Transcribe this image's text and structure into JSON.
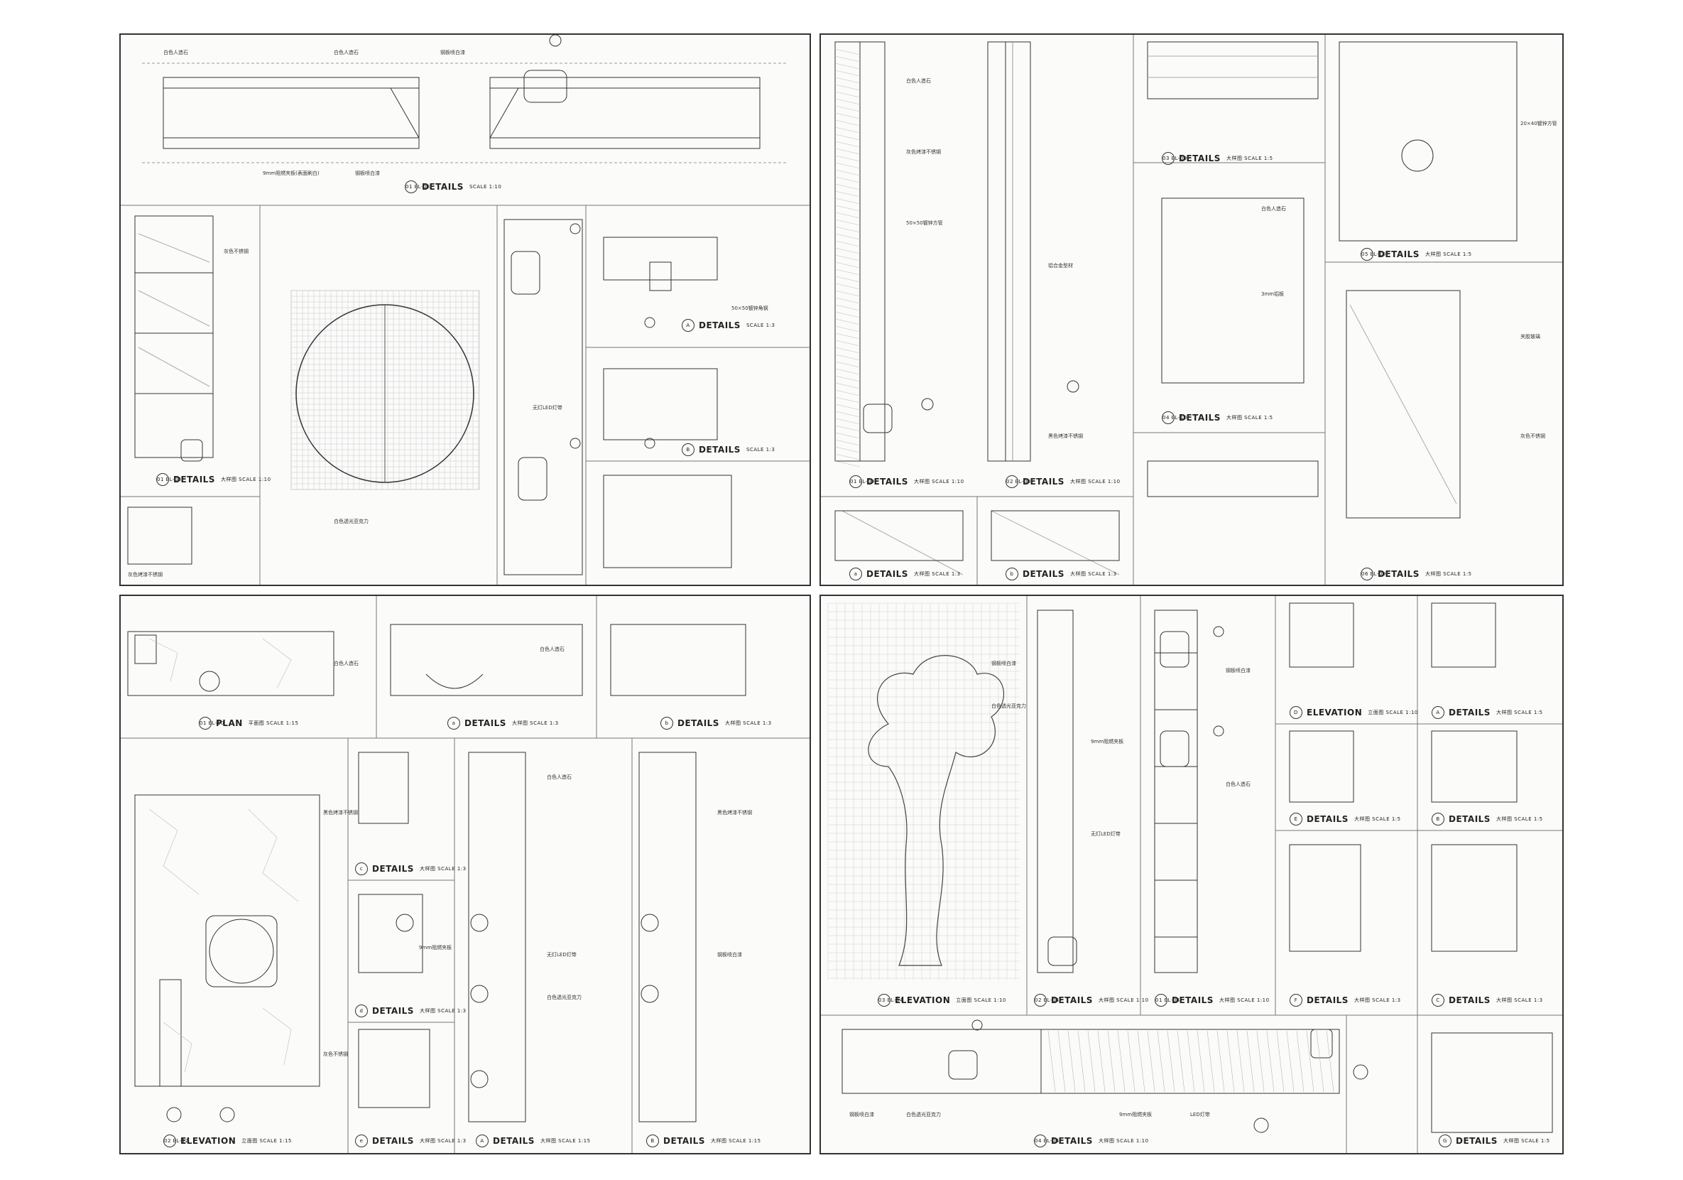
{
  "sheets": {
    "tl": {
      "titles": [
        {
          "bubble": "01 EL-03",
          "main": "DETAILS",
          "sub": "SCALE 1:10"
        },
        {
          "bubble": "01 EL-03",
          "main": "DETAILS",
          "sub": "大样图  SCALE 1:10"
        },
        {
          "bubble": "A",
          "main": "DETAILS",
          "sub": "SCALE 1:3"
        },
        {
          "bubble": "B",
          "main": "DETAILS",
          "sub": "SCALE 1:3"
        }
      ],
      "labels": [
        "白色人造石",
        "白色人造石",
        "钢板喷白漆",
        "9mm阻燃夹板(表面刷白)",
        "钢板喷白漆",
        "灰色不锈钢",
        "白色透光亚克力",
        "无灯LED灯带",
        "灰色烤漆不锈钢",
        "50×50镀锌角钢"
      ]
    },
    "tr": {
      "titles": [
        {
          "bubble": "01 EL-09",
          "main": "DETAILS",
          "sub": "大样图  SCALE 1:10"
        },
        {
          "bubble": "02 EL-09",
          "main": "DETAILS",
          "sub": "大样图  SCALE 1:10"
        },
        {
          "bubble": "03 EL-09",
          "main": "DETAILS",
          "sub": "大样图  SCALE 1:5"
        },
        {
          "bubble": "04 EL-10",
          "main": "DETAILS",
          "sub": "大样图  SCALE 1:5"
        },
        {
          "bubble": "05 EL-10",
          "main": "DETAILS",
          "sub": "大样图  SCALE 1:5"
        },
        {
          "bubble": "06 EL-09",
          "main": "DETAILS",
          "sub": "大样图  SCALE 1:5"
        },
        {
          "bubble": "a",
          "main": "DETAILS",
          "sub": "大样图  SCALE 1:3"
        },
        {
          "bubble": "b",
          "main": "DETAILS",
          "sub": "大样图  SCALE 1:3"
        }
      ],
      "labels": [
        "白色人造石",
        "灰色烤漆不锈钢",
        "50×50镀锌方管",
        "铝合金型材",
        "黑色烤漆不锈钢",
        "白色人造石",
        "3mm铝板",
        "20×40镀锌方管",
        "夹胶玻璃",
        "灰色不锈钢"
      ]
    },
    "bl": {
      "titles": [
        {
          "bubble": "01 EL-10",
          "main": "PLAN",
          "sub": "平面图  SCALE 1:15"
        },
        {
          "bubble": "a",
          "main": "DETAILS",
          "sub": "大样图  SCALE 1:3"
        },
        {
          "bubble": "b",
          "main": "DETAILS",
          "sub": "大样图  SCALE 1:3"
        },
        {
          "bubble": "02 EL-12",
          "main": "ELEVATION",
          "sub": "立面图  SCALE 1:15"
        },
        {
          "bubble": "c",
          "main": "DETAILS",
          "sub": "大样图  SCALE 1:3"
        },
        {
          "bubble": "d",
          "main": "DETAILS",
          "sub": "大样图  SCALE 1:3"
        },
        {
          "bubble": "e",
          "main": "DETAILS",
          "sub": "大样图  SCALE 1:3"
        },
        {
          "bubble": "A",
          "main": "DETAILS",
          "sub": "大样图  SCALE 1:15"
        },
        {
          "bubble": "B",
          "main": "DETAILS",
          "sub": "大样图  SCALE 1:15"
        }
      ],
      "labels": [
        "白色人造石",
        "白色人造石",
        "黑色烤漆不锈钢",
        "9mm阻燃夹板",
        "无灯LED灯带",
        "白色透光亚克力",
        "钢板喷白漆",
        "黑色烤漆不锈钢",
        "白色人造石",
        "灰色不锈钢"
      ]
    },
    "br": {
      "titles": [
        {
          "bubble": "03 EL-04",
          "main": "ELEVATION",
          "sub": "立面图  SCALE 1:10"
        },
        {
          "bubble": "02 EL-04",
          "main": "DETAILS",
          "sub": "大样图  SCALE 1:10"
        },
        {
          "bubble": "01 EL-04",
          "main": "DETAILS",
          "sub": "大样图  SCALE 1:10"
        },
        {
          "bubble": "D",
          "main": "ELEVATION",
          "sub": "立面图  SCALE 1:10"
        },
        {
          "bubble": "A",
          "main": "DETAILS",
          "sub": "大样图  SCALE 1:5"
        },
        {
          "bubble": "E",
          "main": "DETAILS",
          "sub": "大样图  SCALE 1:5"
        },
        {
          "bubble": "B",
          "main": "DETAILS",
          "sub": "大样图  SCALE 1:5"
        },
        {
          "bubble": "F",
          "main": "DETAILS",
          "sub": "大样图  SCALE 1:3"
        },
        {
          "bubble": "C",
          "main": "DETAILS",
          "sub": "大样图  SCALE 1:3"
        },
        {
          "bubble": "04 EL-04",
          "main": "DETAILS",
          "sub": "大样图  SCALE 1:10"
        },
        {
          "bubble": "G",
          "main": "DETAILS",
          "sub": "大样图  SCALE 1:5"
        }
      ],
      "labels": [
        "钢板喷白漆",
        "白色透光亚克力",
        "9mm阻燃夹板",
        "无灯LED灯带",
        "钢板喷白漆",
        "白色人造石",
        "LED灯带",
        "钢板喷白漆",
        "白色透光亚克力",
        "9mm阻燃夹板"
      ]
    }
  }
}
